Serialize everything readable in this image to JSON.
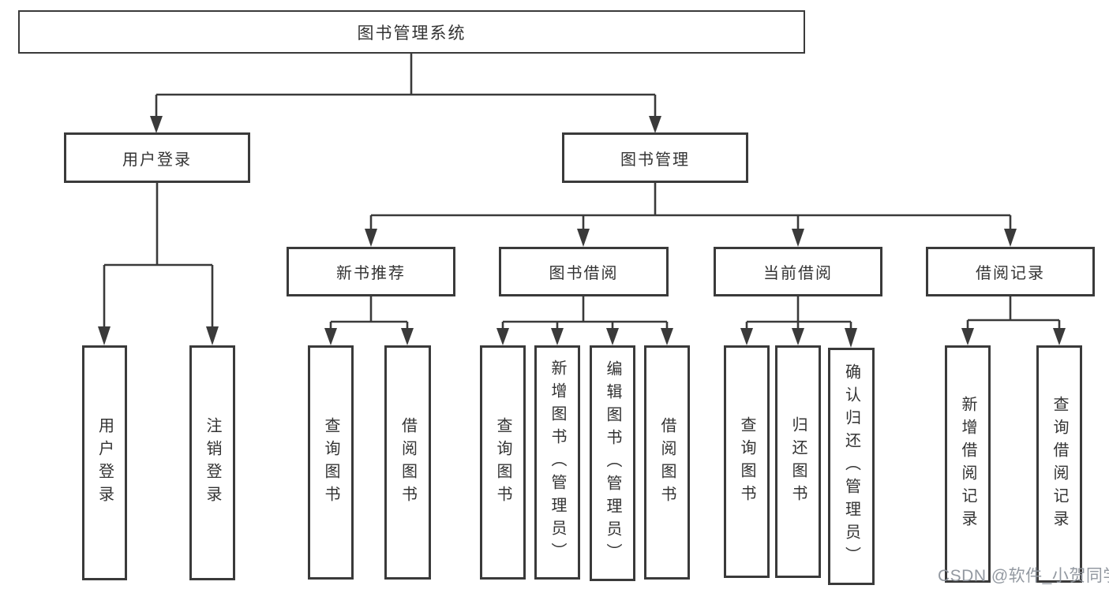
{
  "page": {
    "type": "hierarchy-diagram",
    "title": "图书管理系统",
    "watermark": "CSDN @软件_小贺同学"
  },
  "colors": {
    "line": "#3a3a3a",
    "box_border": "#3a3a3a",
    "text": "#333333",
    "background": "#ffffff",
    "watermark_text": "#8d939c"
  },
  "nodes": {
    "root": "图书管理系统",
    "user_login_group": "用户登录",
    "book_mgmt_group": "图书管理",
    "new_book_rec_group": "新书推荐",
    "book_borrow_group": "图书借阅",
    "current_borrow_group": "当前借阅",
    "borrow_record_group": "借阅记录",
    "user_login_leaf": "用户登录",
    "logout_leaf": "注销登录",
    "nb_query_books": "查询图书",
    "nb_borrow_books": "借阅图书",
    "bb_query_books": "查询图书",
    "bb_add_books_admin": "新增图书（管理员）",
    "bb_edit_books_admin": "编辑图书（管理员）",
    "bb_borrow_books": "借阅图书",
    "cb_query_books": "查询图书",
    "cb_return_books": "归还图书",
    "cb_confirm_return_admin": "确认归还（管理员）",
    "br_add_record": "新增借阅记录",
    "br_query_record": "查询借阅记录"
  },
  "hierarchy": {
    "root": [
      "user_login_group",
      "book_mgmt_group"
    ],
    "user_login_group": [
      "user_login_leaf",
      "logout_leaf"
    ],
    "book_mgmt_group": [
      "new_book_rec_group",
      "book_borrow_group",
      "current_borrow_group",
      "borrow_record_group"
    ],
    "new_book_rec_group": [
      "nb_query_books",
      "nb_borrow_books"
    ],
    "book_borrow_group": [
      "bb_query_books",
      "bb_add_books_admin",
      "bb_edit_books_admin",
      "bb_borrow_books"
    ],
    "current_borrow_group": [
      "cb_query_books",
      "cb_return_books",
      "cb_confirm_return_admin"
    ],
    "borrow_record_group": [
      "br_add_record",
      "br_query_record"
    ]
  }
}
